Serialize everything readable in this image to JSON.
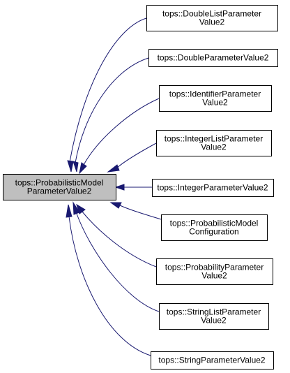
{
  "diagram": {
    "base_class": {
      "lines": [
        "tops::ProbabilisticModel",
        "ParameterValue2"
      ],
      "fill": "#bfbfbf"
    },
    "derived_classes": [
      {
        "id": "double-list",
        "lines": [
          "tops::DoubleListParameter",
          "Value2"
        ]
      },
      {
        "id": "double",
        "lines": [
          "tops::DoubleParameterValue2"
        ]
      },
      {
        "id": "identifier",
        "lines": [
          "tops::IdentifierParameter",
          "Value2"
        ]
      },
      {
        "id": "integer-list",
        "lines": [
          "tops::IntegerListParameter",
          "Value2"
        ]
      },
      {
        "id": "integer",
        "lines": [
          "tops::IntegerParameterValue2"
        ]
      },
      {
        "id": "probabilistic-model-configuration",
        "lines": [
          "tops::ProbabilisticModel",
          "Configuration"
        ]
      },
      {
        "id": "probability",
        "lines": [
          "tops::ProbabilityParameter",
          "Value2"
        ]
      },
      {
        "id": "string-list",
        "lines": [
          "tops::StringListParameter",
          "Value2"
        ]
      },
      {
        "id": "string",
        "lines": [
          "tops::StringParameterValue2"
        ]
      }
    ],
    "edge_color": "#191970",
    "box_border_color": "#000000"
  }
}
